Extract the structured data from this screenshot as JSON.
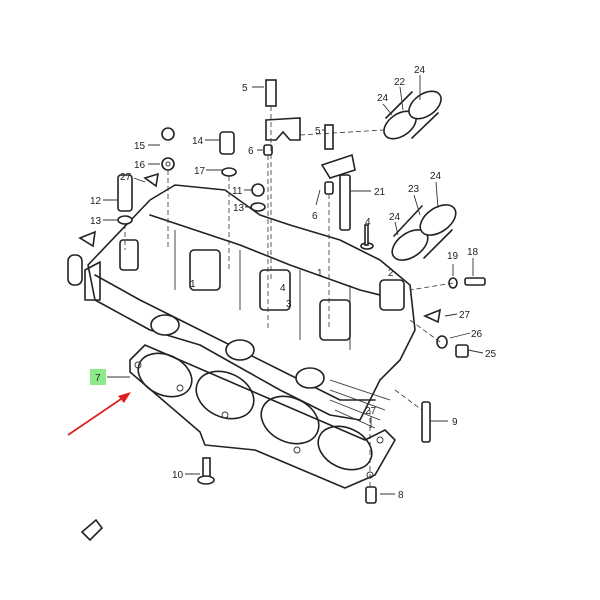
{
  "diagram": {
    "title": "Cylinder head exploded parts diagram",
    "callouts": [
      "5",
      "5",
      "15",
      "14",
      "16",
      "17",
      "6",
      "27",
      "11",
      "12",
      "13",
      "13",
      "1",
      "1",
      "4",
      "3",
      "2",
      "6",
      "21",
      "4",
      "24",
      "22",
      "24",
      "23",
      "24",
      "24",
      "19",
      "18",
      "27",
      "26",
      "25",
      "7",
      "27",
      "9",
      "10",
      "8"
    ],
    "highlighted_callout": "7",
    "highlight_color": "#8ee98a",
    "arrow_color": "#e02020"
  }
}
